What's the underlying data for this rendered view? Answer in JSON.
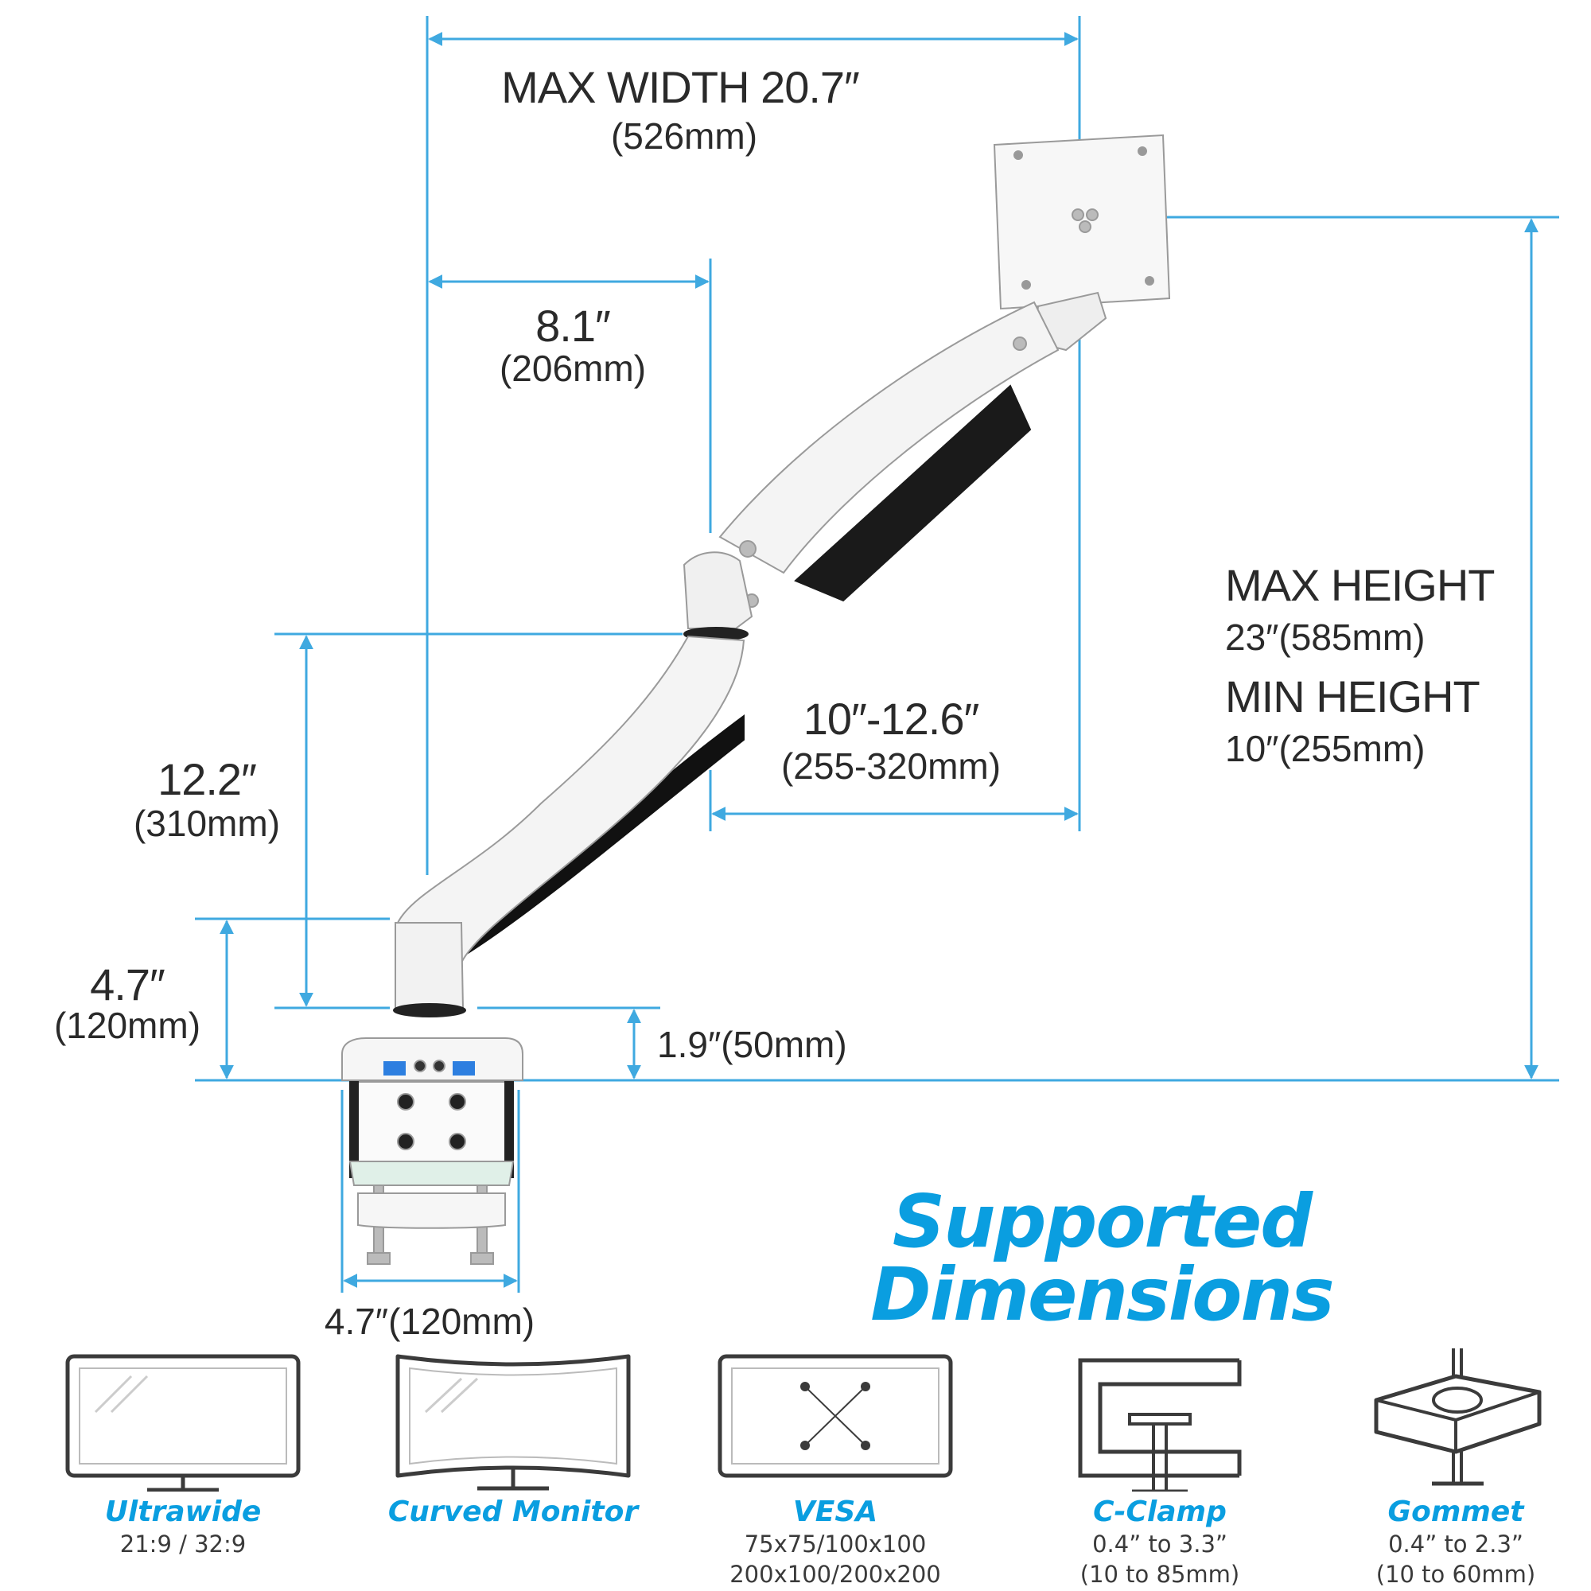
{
  "dimensions": {
    "max_width": "MAX WIDTH 20.7″",
    "max_width_mm": "(526mm)",
    "upper_reach": "8.1″",
    "upper_reach_mm": "(206mm)",
    "forearm_range": "10″-12.6″",
    "forearm_range_mm": "(255-320mm)",
    "lower_arm_height": "12.2″",
    "lower_arm_height_mm": "(310mm)",
    "pole_height": "4.7″",
    "pole_height_mm": "(120mm)",
    "base_height": "1.9″(50mm)",
    "base_width": "4.7″(120mm)",
    "max_height_label": "MAX HEIGHT",
    "max_height_value": "23″(585mm)",
    "min_height_label": "MIN HEIGHT",
    "min_height_value": "10″(255mm)"
  },
  "section_title": "Supported Dimensions",
  "features": [
    {
      "name": "Ultrawide",
      "spec1": "21:9 / 32:9",
      "spec2": "",
      "icon": "ultrawide-monitor-icon"
    },
    {
      "name": "Curved Monitor",
      "spec1": "",
      "spec2": "",
      "icon": "curved-monitor-icon"
    },
    {
      "name": "VESA",
      "spec1": "75x75/100x100",
      "spec2": "200x100/200x200",
      "icon": "vesa-pattern-icon"
    },
    {
      "name": "C-Clamp",
      "spec1": "0.4” to 3.3”",
      "spec2": "(10 to 85mm)",
      "icon": "c-clamp-icon"
    },
    {
      "name": "Gommet",
      "spec1": "0.4” to 2.3”",
      "spec2": "(10 to 60mm)",
      "icon": "grommet-base-icon"
    }
  ],
  "colors": {
    "dimension_line": "#3fa9e0",
    "title_blue": "#0a9ee0",
    "arm_white": "#f4f4f4",
    "arm_outline": "#9a9a9a",
    "icon_stroke": "#3b3b3b"
  }
}
